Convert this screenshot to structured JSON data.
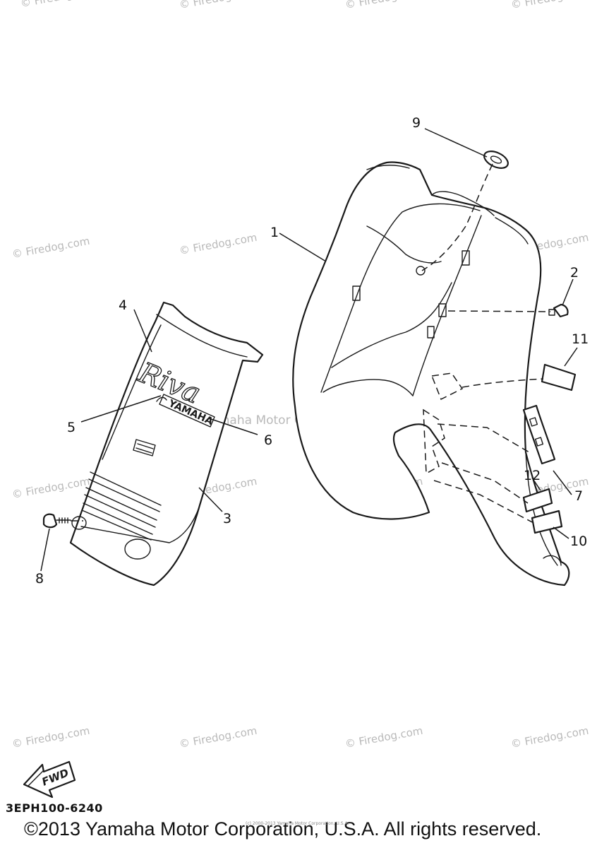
{
  "watermarks": {
    "firedog": "© Firedog.com",
    "center": "© Yamaha Motor Corp, U.S.A."
  },
  "callouts": {
    "c1": "1",
    "c2": "2",
    "c3": "3",
    "c4": "4",
    "c5": "5",
    "c6": "6",
    "c7": "7",
    "c8": "8",
    "c9": "9",
    "c10": "10",
    "c11": "11",
    "c12": "12"
  },
  "emblems": {
    "script_logo": "Riva",
    "brand_logo": "YAMAHA",
    "fwd_marker": "FWD"
  },
  "footer": {
    "diagram_code": "3EPH100-6240",
    "copyright": "©2013 Yamaha Motor Corporation, U.S.A. All rights reserved.",
    "fine_print": "(c) 2000-2013 Yamaha Motor Corporation, U.S.A."
  },
  "colors": {
    "line": "#1a1a1a",
    "watermark": "#b9b9b9",
    "background": "#ffffff"
  }
}
